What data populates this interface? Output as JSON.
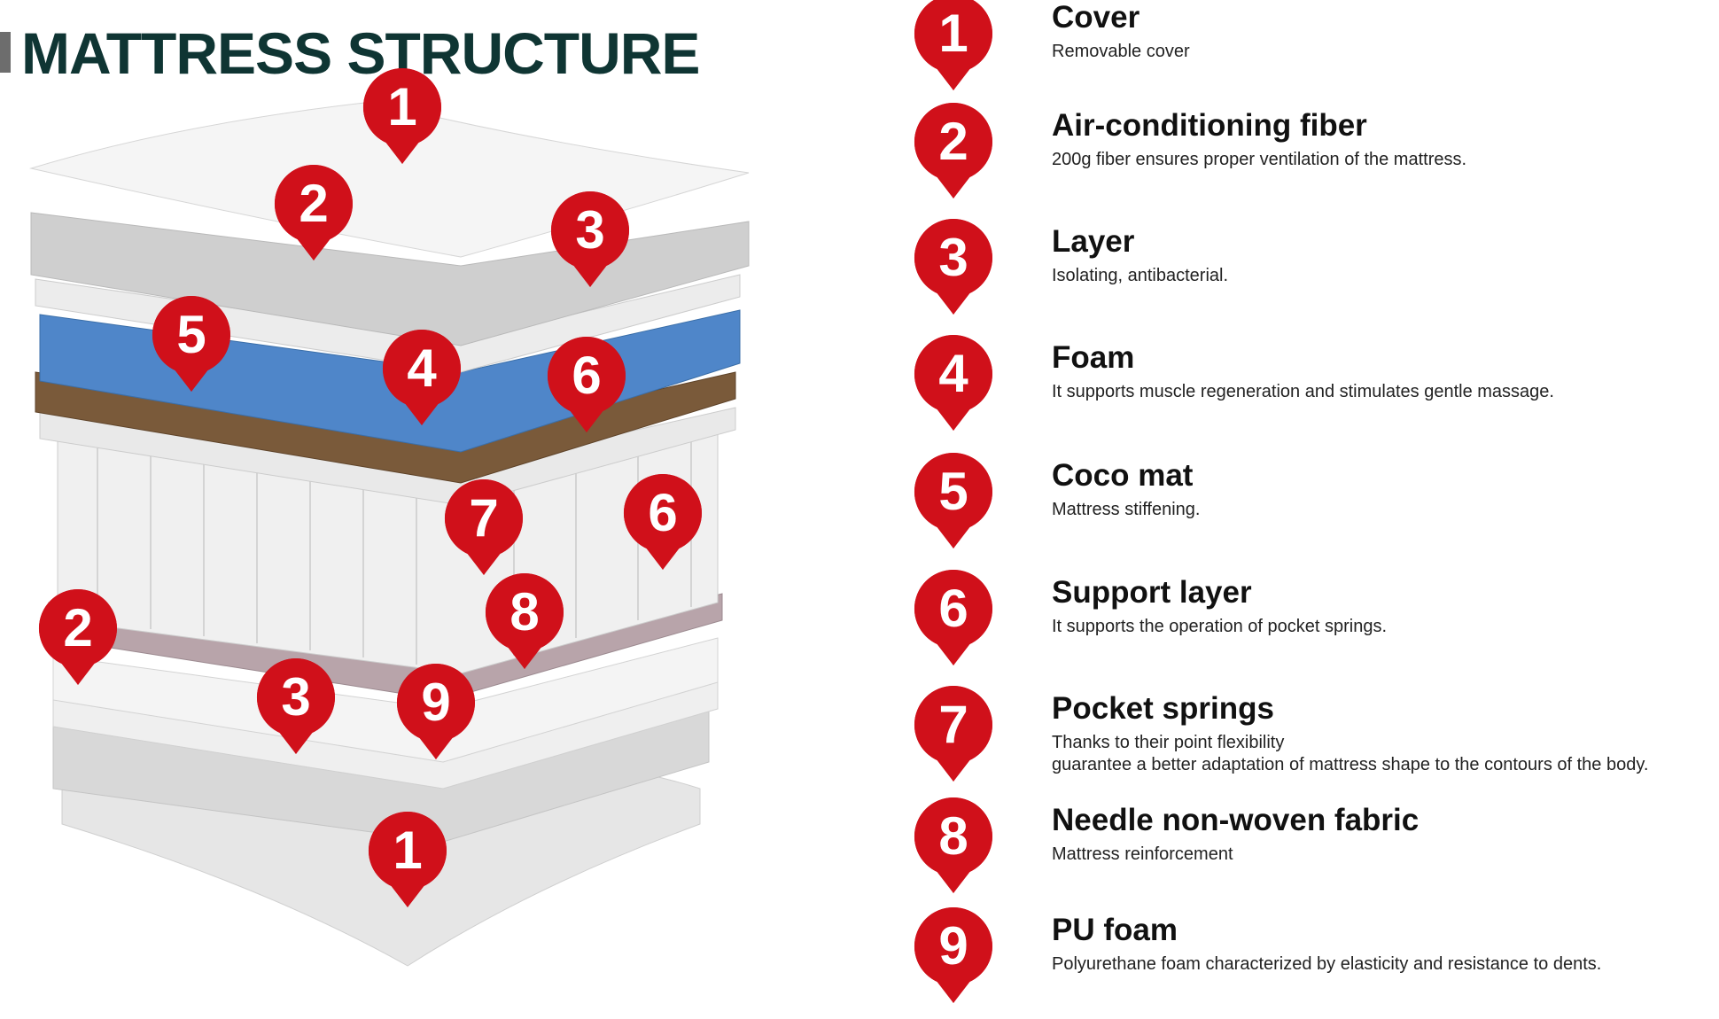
{
  "header": {
    "title": "MATTRESS STRUCTURE"
  },
  "colors": {
    "accent": "#d0101a",
    "title": "#0f3533",
    "foam": "#4f86c9",
    "coco": "#7a5a3a"
  },
  "illustration_markers": [
    "1",
    "2",
    "3",
    "5",
    "4",
    "6",
    "7",
    "6",
    "2",
    "8",
    "3",
    "9",
    "1"
  ],
  "legend": [
    {
      "number": "1",
      "title": "Cover",
      "description": "Removable cover"
    },
    {
      "number": "2",
      "title": "Air-conditioning fiber",
      "description": "200g fiber ensures proper ventilation of the mattress."
    },
    {
      "number": "3",
      "title": "Layer",
      "description": "Isolating, antibacterial."
    },
    {
      "number": "4",
      "title": "Foam",
      "description": "It supports muscle regeneration and stimulates gentle massage."
    },
    {
      "number": "5",
      "title": "Coco mat",
      "description": "Mattress stiffening."
    },
    {
      "number": "6",
      "title": "Support layer",
      "description": "It supports the operation of pocket springs."
    },
    {
      "number": "7",
      "title": "Pocket springs",
      "description": "Thanks to their point flexibility\nguarantee a better adaptation of mattress shape to the contours of the body."
    },
    {
      "number": "8",
      "title": "Needle non-woven fabric",
      "description": "Mattress reinforcement"
    },
    {
      "number": "9",
      "title": "PU foam",
      "description": "Polyurethane foam characterized by elasticity and resistance to dents."
    }
  ]
}
